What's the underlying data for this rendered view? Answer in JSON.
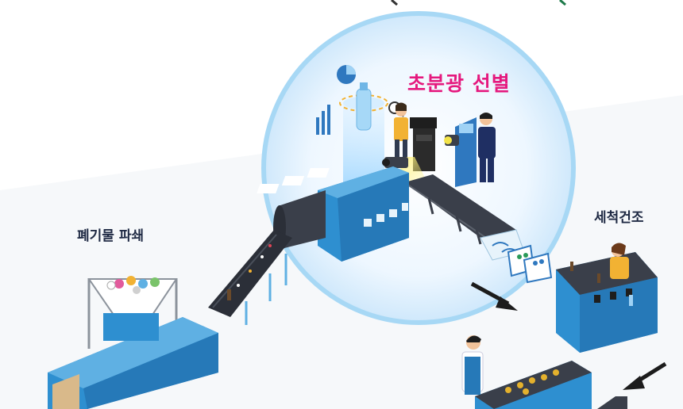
{
  "labels": {
    "main_process": "초분광 선별",
    "shredding": "폐기물 파쇄",
    "washing_drying": "세척건조"
  },
  "colors": {
    "main_process": "#e5197e",
    "label_dark": "#1f2a44",
    "conveyor_blue": "#2e8fd0",
    "circle_bg": "#dcefff",
    "arrow": "#1c1c1c"
  },
  "icons": [
    "pie-chart-icon",
    "bar-chart-icon",
    "bottle-scan-icon",
    "magnifier-icon",
    "arrow-icon"
  ]
}
